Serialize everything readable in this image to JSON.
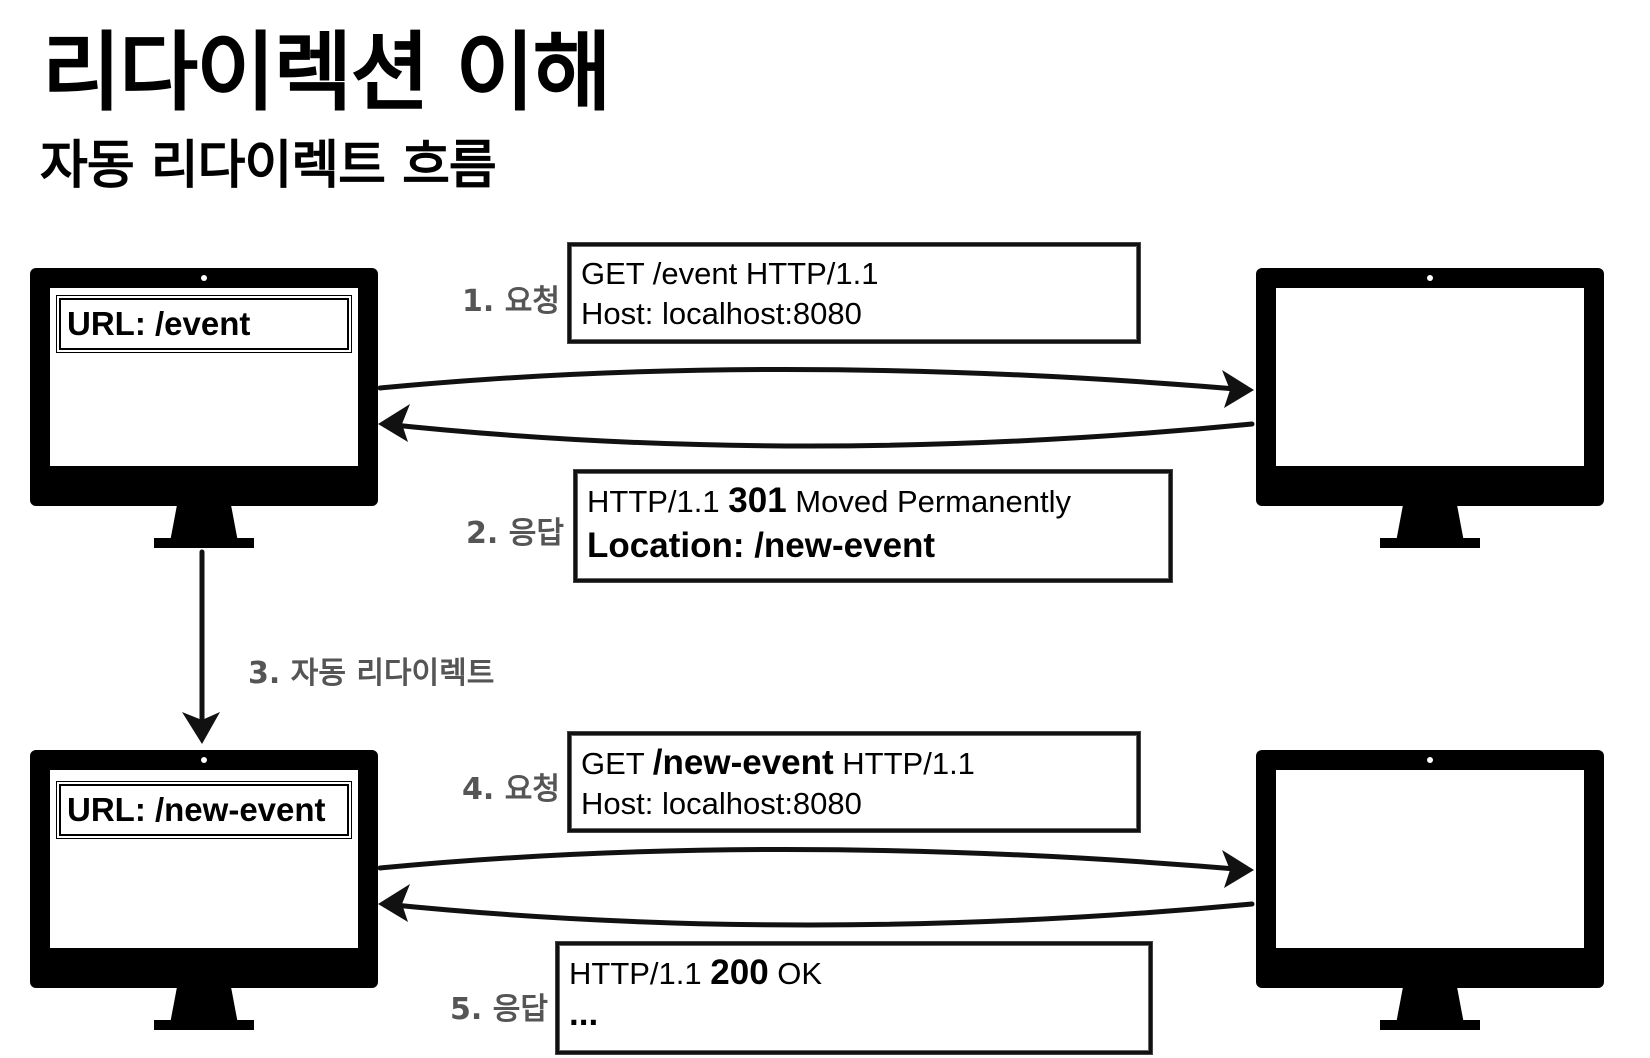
{
  "title": "리다이렉션 이해",
  "subtitle": "자동 리다이렉트 흐름",
  "client_top": {
    "url_label": "URL: /event"
  },
  "client_bottom": {
    "url_label": "URL: /new-event"
  },
  "steps": {
    "s1": "1. 요청",
    "s2": "2. 응답",
    "s3": "3. 자동 리다이렉트",
    "s4": "4. 요청",
    "s5": "5. 응답"
  },
  "request1": {
    "line1": "GET /event HTTP/1.1",
    "line2": "Host: localhost:8080"
  },
  "response1": {
    "line1_prefix": "HTTP/1.1 ",
    "line1_status": "301",
    "line1_suffix": " Moved Permanently",
    "line2": "Location: /new-event"
  },
  "request2": {
    "line1_prefix": "GET ",
    "line1_path": "/new-event",
    "line1_suffix": " HTTP/1.1",
    "line2": "Host: localhost:8080"
  },
  "response2": {
    "line1_prefix": "HTTP/1.1 ",
    "line1_status": "200",
    "line1_suffix": " OK",
    "line2": "..."
  }
}
